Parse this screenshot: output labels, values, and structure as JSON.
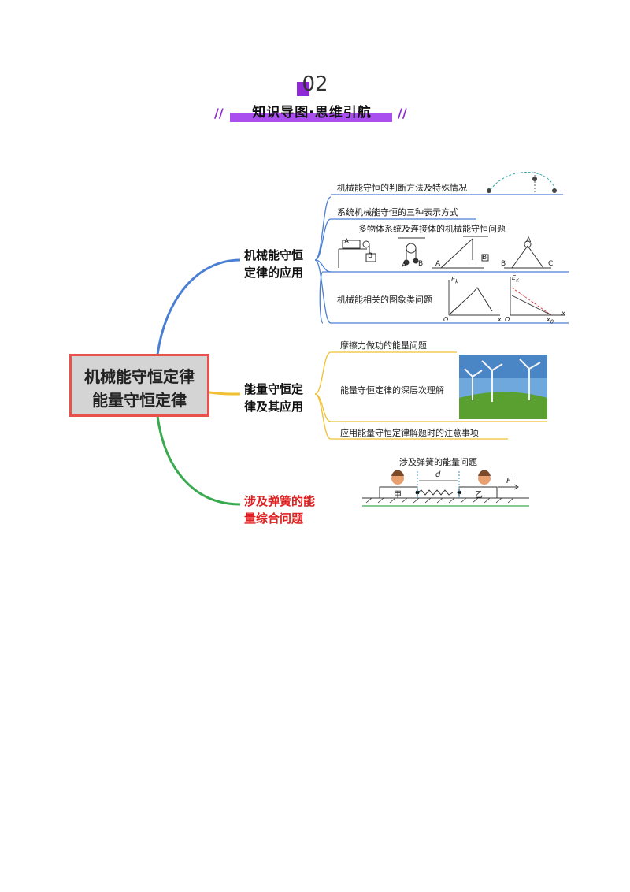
{
  "heading": {
    "number": "02",
    "title": "知识导图·思维引航",
    "deco_left": "//",
    "deco_right": "//"
  },
  "root": {
    "line1": "机械能守恒定律",
    "line2": "能量守恒定律"
  },
  "branches": [
    {
      "line1": "机械能守恒",
      "line2": "定律的应用",
      "color": "#4a7fd4",
      "leaves": [
        "机械能守恒的判断方法及特殊情况",
        "系统机械能守恒的三种表示方式",
        "多物体系统及连接体的机械能守恒问题",
        "机械能相关的图象类问题"
      ]
    },
    {
      "line1": "能量守恒定",
      "line2": "律及其应用",
      "color": "#f0c030",
      "leaves": [
        "摩擦力做功的能量问题",
        "能量守恒定律的深层次理解",
        "应用能量守恒定律解题时的注意事项"
      ]
    },
    {
      "line1": "涉及弹簧的能",
      "line2": "量综合问题",
      "color": "#3aaa50",
      "text_color": "#e02020",
      "leaves": [
        "涉及弹簧的能量问题"
      ]
    }
  ],
  "figures": {
    "pulley_labels": [
      "A",
      "B",
      "A",
      "B",
      "A",
      "B",
      "A",
      "B",
      "C"
    ],
    "graph1": {
      "y": "E",
      "sub": "k",
      "origin": "O",
      "x": "x"
    },
    "graph2": {
      "y": "E",
      "sub": "k",
      "origin": "O",
      "x": "x",
      "x_sub": "0"
    },
    "spring": {
      "d": "d",
      "left": "甲",
      "right": "乙",
      "force": "F"
    }
  }
}
